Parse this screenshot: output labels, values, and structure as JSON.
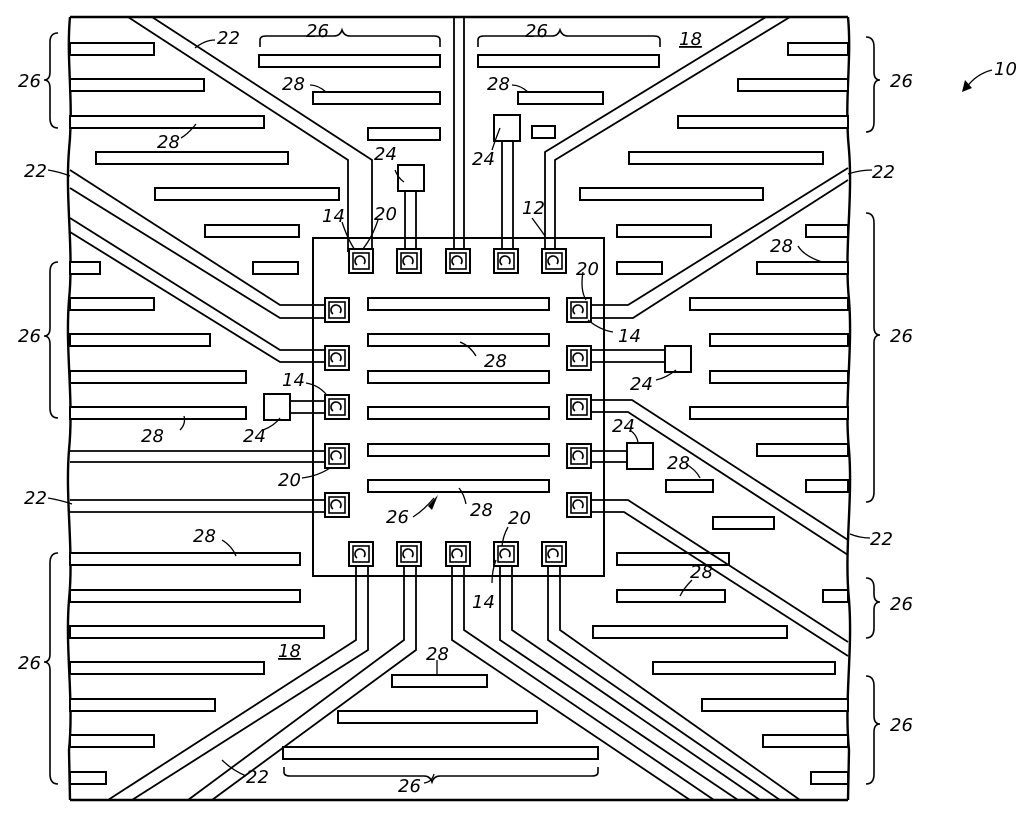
{
  "figure_number": "10",
  "colors": {
    "ink": "#000000",
    "paper": "#ffffff"
  },
  "labels": {
    "substrate": "18",
    "die": "12",
    "pad": "14",
    "via": "20",
    "trace": "22",
    "probe_pad": "24",
    "region": "26",
    "dummy_fill": "28"
  }
}
